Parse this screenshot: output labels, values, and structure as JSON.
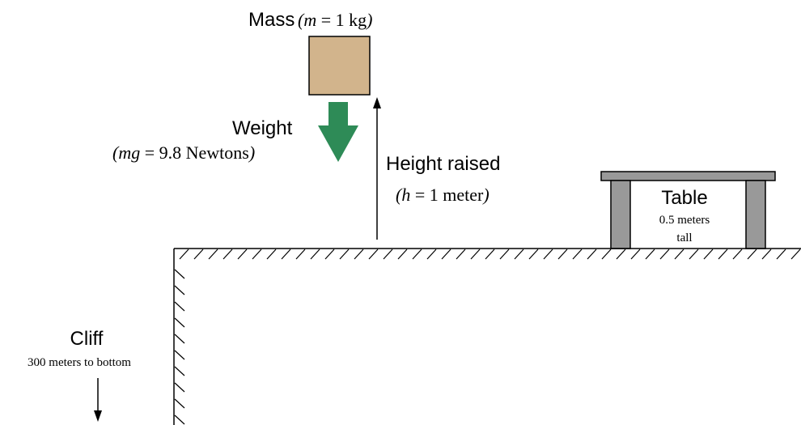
{
  "mass": {
    "title": "Mass",
    "formula_open": "(",
    "formula_var": "m",
    "formula_eq": " = 1 kg",
    "formula_close": ")",
    "color": "#d2b48c"
  },
  "weight": {
    "title": "Weight",
    "formula_open": "(",
    "formula_var": "mg",
    "formula_eq": " = 9.8 Newtons",
    "formula_close": ")",
    "arrow_color": "#2e8b57"
  },
  "height": {
    "title": "Height raised",
    "formula_open": "(",
    "formula_var": "h",
    "formula_eq": " = 1 meter",
    "formula_close": ")"
  },
  "table": {
    "title": "Table",
    "note_line1": "0.5 meters",
    "note_line2": "tall",
    "color": "#999999"
  },
  "cliff": {
    "title": "Cliff",
    "note": "300 meters to bottom"
  }
}
